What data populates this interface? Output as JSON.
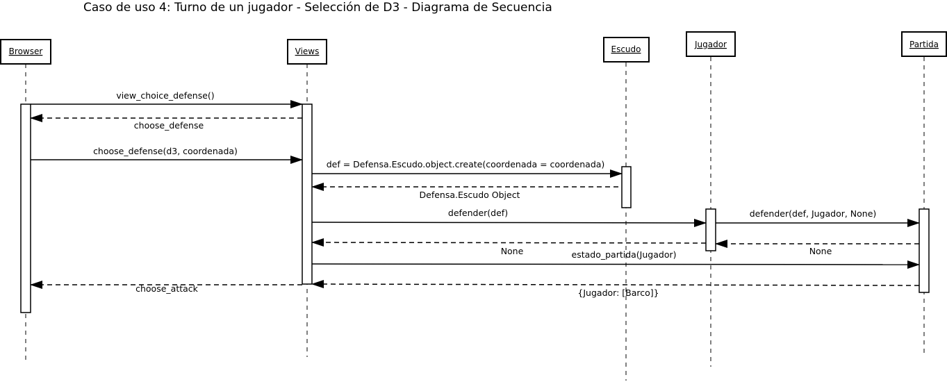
{
  "title": "Caso de uso 4: Turno de un jugador - Selección de D3 - Diagrama de Secuencia",
  "participants": [
    {
      "id": "browser",
      "label": "Browser"
    },
    {
      "id": "views",
      "label": "Views"
    },
    {
      "id": "escudo",
      "label": "Escudo"
    },
    {
      "id": "jugador",
      "label": "Jugador"
    },
    {
      "id": "partida",
      "label": "Partida"
    }
  ],
  "messages": [
    {
      "id": "m1",
      "from": "browser",
      "to": "views",
      "label": "view_choice_defense()",
      "kind": "call"
    },
    {
      "id": "m2",
      "from": "views",
      "to": "browser",
      "label": "choose_defense",
      "kind": "return"
    },
    {
      "id": "m3",
      "from": "browser",
      "to": "views",
      "label": "choose_defense(d3, coordenada)",
      "kind": "call"
    },
    {
      "id": "m4",
      "from": "views",
      "to": "escudo",
      "label": "def = Defensa.Escudo.object.create(coordenada = coordenada)",
      "kind": "call"
    },
    {
      "id": "m5",
      "from": "escudo",
      "to": "views",
      "label": "Defensa.Escudo Object",
      "kind": "return"
    },
    {
      "id": "m6",
      "from": "views",
      "to": "jugador",
      "label": "defender(def)",
      "kind": "call"
    },
    {
      "id": "m7",
      "from": "jugador",
      "to": "partida",
      "label": "defender(def, Jugador, None)",
      "kind": "call"
    },
    {
      "id": "m8",
      "from": "partida",
      "to": "jugador",
      "label": "None",
      "kind": "return"
    },
    {
      "id": "m9",
      "from": "jugador",
      "to": "views",
      "label": "None",
      "kind": "return"
    },
    {
      "id": "m10",
      "from": "views",
      "to": "partida",
      "label": "estado_partida(Jugador)",
      "kind": "call"
    },
    {
      "id": "m11",
      "from": "partida",
      "to": "views",
      "label": "{Jugador: [Barco]}",
      "kind": "return"
    },
    {
      "id": "m12",
      "from": "views",
      "to": "browser",
      "label": "choose_attack",
      "kind": "return"
    }
  ]
}
